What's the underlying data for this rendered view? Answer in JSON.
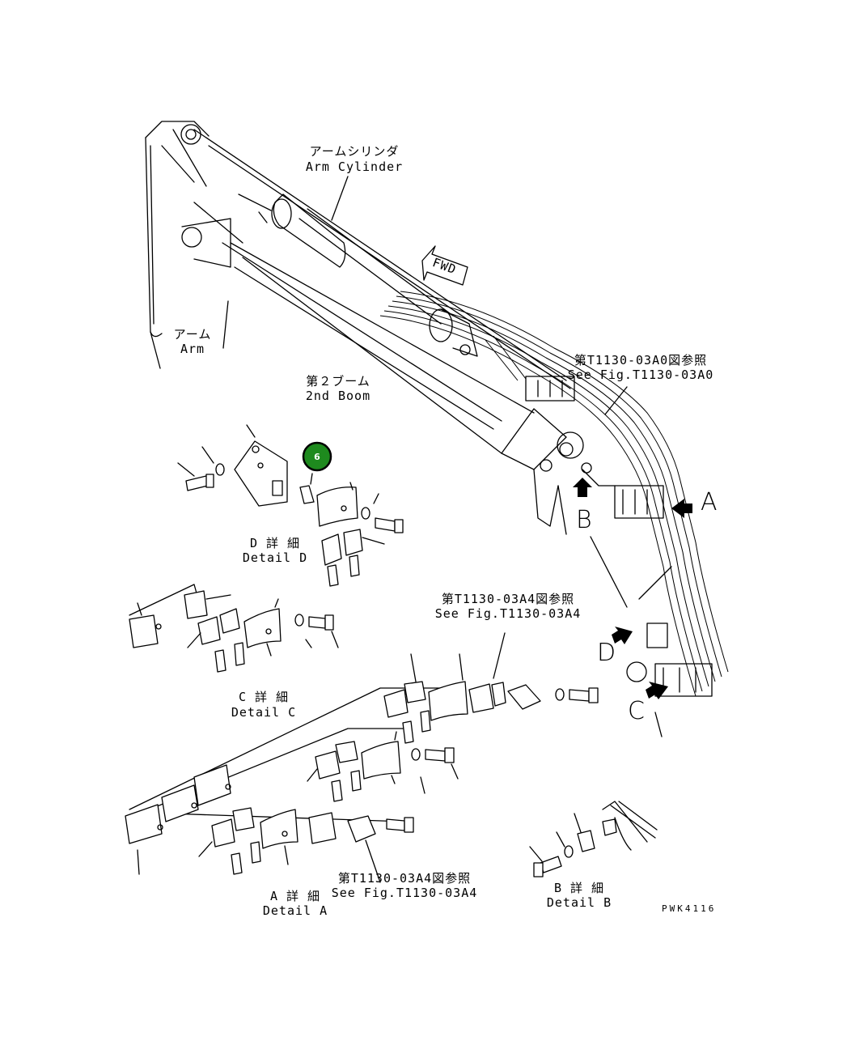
{
  "diagram": {
    "labels": {
      "arm_cylinder_jp": "アームシリンダ",
      "arm_cylinder_en": "Arm Cylinder",
      "arm_jp": "アーム",
      "arm_en": "Arm",
      "second_boom_jp": "第２ブーム",
      "second_boom_en": "2nd Boom",
      "fwd": "FWD",
      "see_a0_jp": "第T1130-03A0図参照",
      "see_a0_en": "See Fig.T1130-03A0",
      "see_a4_top_jp": "第T1130-03A4図参照",
      "see_a4_top_en": "See Fig.T1130-03A4",
      "see_a4_bottom_jp": "第T1130-03A4図参照",
      "see_a4_bottom_en": "See Fig.T1130-03A4",
      "detail_d_jp": "D 詳 細",
      "detail_d_en": "Detail D",
      "detail_c_jp": "C 詳 細",
      "detail_c_en": "Detail C",
      "detail_a_jp": "A 詳 細",
      "detail_a_en": "Detail A",
      "detail_b_jp": "B 詳 細",
      "detail_b_en": "Detail B",
      "letter_a": "A",
      "letter_b": "B",
      "letter_c": "C",
      "letter_d": "D",
      "code": "PWK4116"
    },
    "callout": {
      "number": "6",
      "color": "#1e8a1e",
      "border": "#000000"
    }
  }
}
